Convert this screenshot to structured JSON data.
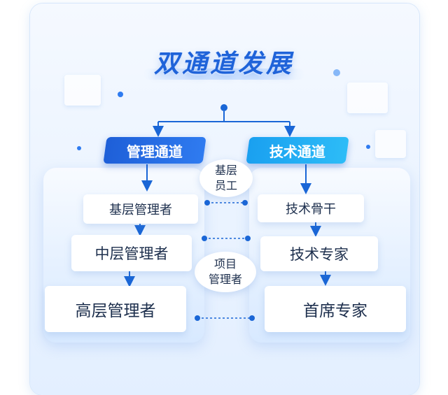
{
  "title": "双通道发展",
  "left_channel": {
    "header": "管理通道",
    "levels": [
      "基层管理者",
      "中层管理者",
      "高层管理者"
    ]
  },
  "right_channel": {
    "header": "技术通道",
    "levels": [
      "技术骨干",
      "技术专家",
      "首席专家"
    ]
  },
  "bridge_nodes": {
    "top": [
      "基层",
      "员工"
    ],
    "middle": [
      "项目",
      "管理者"
    ]
  },
  "colors": {
    "title": "#1f63d9",
    "left_header": "#1e5fd8",
    "right_header": "#1aa0f0",
    "connector": "#1a66d6"
  }
}
